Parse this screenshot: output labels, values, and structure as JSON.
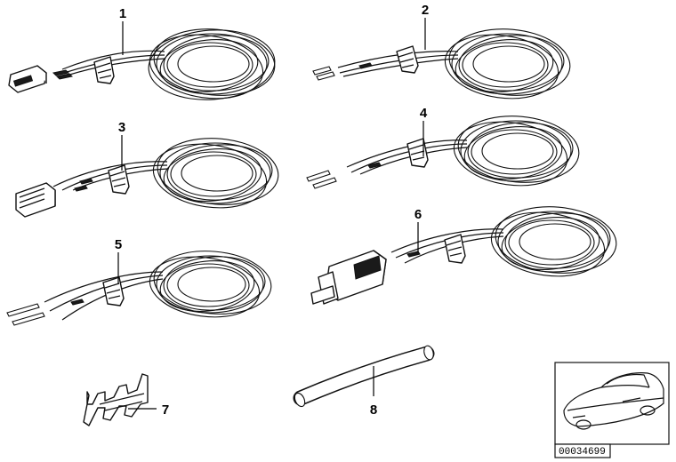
{
  "parts": [
    {
      "callout": "1"
    },
    {
      "callout": "2"
    },
    {
      "callout": "3"
    },
    {
      "callout": "4"
    },
    {
      "callout": "5"
    },
    {
      "callout": "6"
    },
    {
      "callout": "7"
    },
    {
      "callout": "8"
    }
  ],
  "thumbnail": {
    "reference_number": "00034699",
    "icon": "car-outline-icon"
  }
}
